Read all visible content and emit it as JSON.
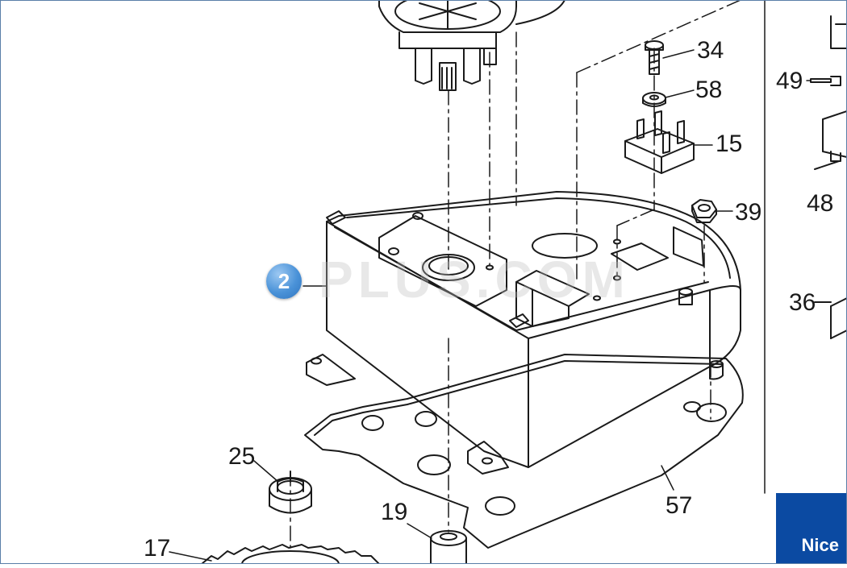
{
  "diagram": {
    "part_labels": [
      "34",
      "58",
      "15",
      "39",
      "49",
      "48",
      "36",
      "25",
      "19",
      "17",
      "57"
    ],
    "callout": "2",
    "watermark": "PLUS.COM",
    "brand": "Nice"
  },
  "colors": {
    "line": "#1a1a1a",
    "callout": "#4a92d8",
    "brand_bg": "#0b4aa2",
    "frame": "#5a7fa8"
  }
}
